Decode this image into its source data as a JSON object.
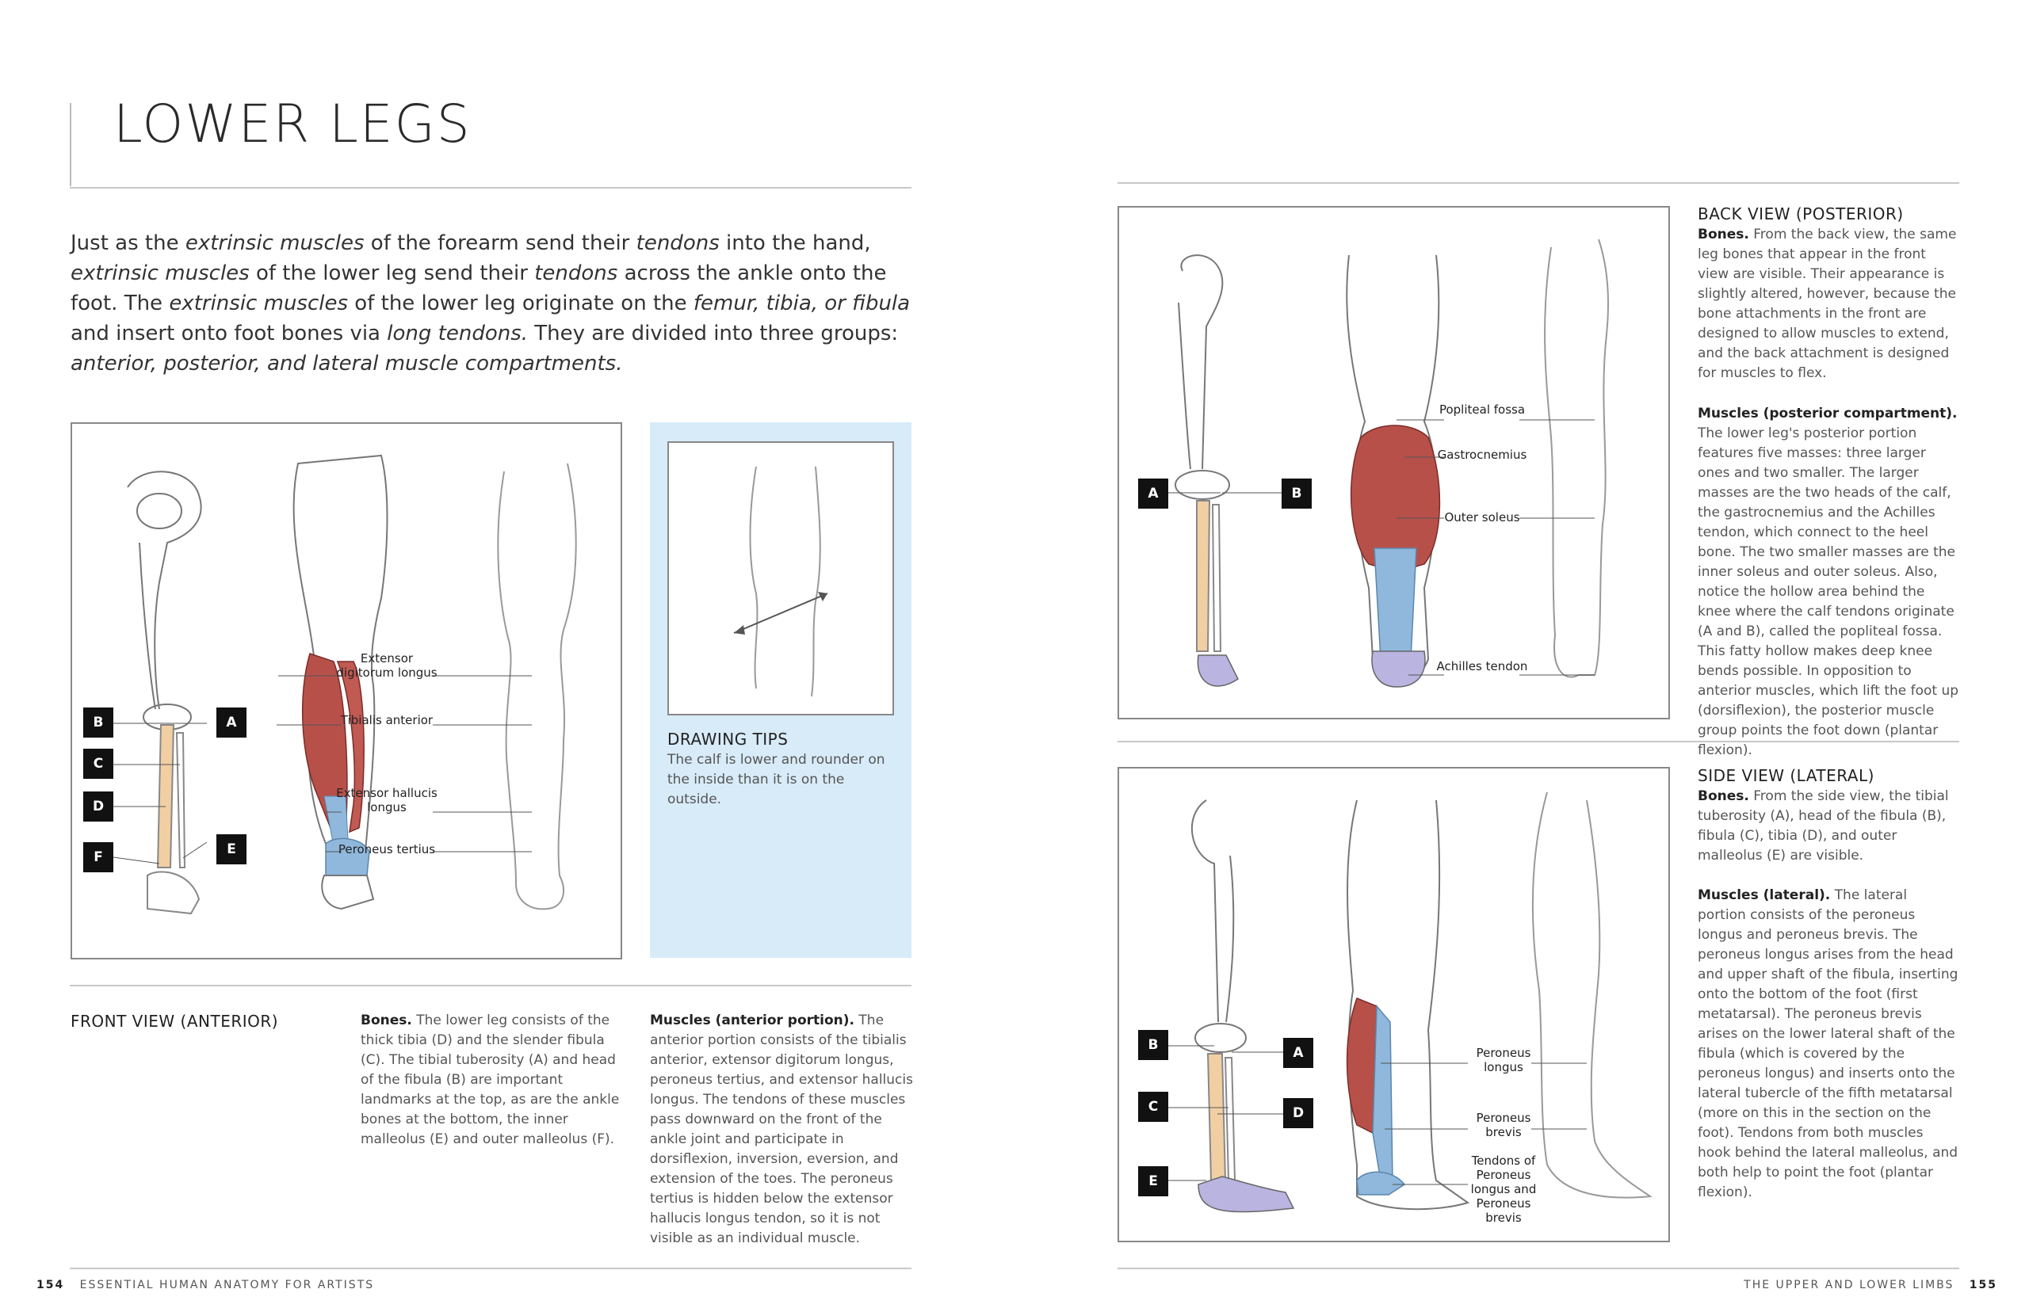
{
  "left_page": {
    "title": "LOWER LEGS",
    "intro": {
      "p1": "Just as the ",
      "i1": "extrinsic muscles",
      "p2": " of the forearm send their ",
      "i2": "tendons",
      "p3": " into the hand, ",
      "i3": "extrinsic muscles",
      "p4": " of the lower leg send their ",
      "i4": "tendons",
      "p5": " across the ankle onto the foot. The ",
      "i5": "extrinsic muscles",
      "p6": " of the lower leg originate on the ",
      "i6": "femur, tibia, or fibula",
      "p7": " and insert onto foot bones via ",
      "i7": "long tendons.",
      "p8": " They are divided into three groups: ",
      "i8": "anterior, posterior, and lateral muscle compartments."
    },
    "front_figure": {
      "letters": [
        "B",
        "A",
        "C",
        "D",
        "F",
        "E"
      ],
      "muscle_labels": [
        "Extensor digitorum longus",
        "Tibialis anterior",
        "Extensor hallucis longus",
        "Peroneus tertius"
      ]
    },
    "drawing_tips": {
      "heading": "DRAWING TIPS",
      "text": "The calf is lower and rounder on the inside than it is on the outside."
    },
    "front_view": {
      "heading": "FRONT VIEW (ANTERIOR)",
      "bones_head": "Bones.",
      "bones_text": " The lower leg consists of the thick tibia (D) and the slender fibula (C). The tibial tuberosity (A) and head of the fibula (B) are important landmarks at the top, as are the ankle bones at the bottom, the inner malleolus (E) and outer malleolus (F).",
      "muscles_head": "Muscles (anterior portion).",
      "muscles_text": " The anterior portion consists of the tibialis anterior, extensor digitorum longus, peroneus tertius, and extensor hallucis longus. The tendons of these muscles pass downward on the front of the ankle joint and participate in dorsiflexion, inversion, eversion, and extension of the toes. The peroneus tertius is hidden below the extensor hallucis longus tendon, so it is not visible as an individual muscle."
    },
    "footer": {
      "page": "154",
      "book": "ESSENTIAL HUMAN ANATOMY FOR ARTISTS"
    }
  },
  "right_page": {
    "back_figure": {
      "letters": [
        "A",
        "B"
      ],
      "muscle_labels": [
        "Popliteal fossa",
        "Gastrocnemius",
        "Outer soleus",
        "Achilles tendon"
      ]
    },
    "back_view": {
      "heading": "BACK VIEW (POSTERIOR)",
      "bones_head": "Bones.",
      "bones_text": " From the back view, the same leg bones that appear in the front view are visible. Their appearance is slightly altered, however, because the bone attachments in the front are designed to allow muscles to extend, and the back attachment is designed for muscles to flex.",
      "muscles_head": "Muscles (posterior compartment).",
      "muscles_text": " The lower leg's posterior portion features five masses: three larger ones and two smaller. The larger masses are the two heads of the calf, the gastrocnemius and the Achilles tendon, which connect to the heel bone. The two smaller masses are the inner soleus and outer soleus. Also, notice the hollow area behind the knee where the calf tendons originate (A and B), called the popliteal fossa. This fatty hollow makes deep knee bends possible. In opposition to anterior muscles, which lift the foot up (dorsiflexion), the posterior muscle group points the foot down (plantar flexion)."
    },
    "side_figure": {
      "letters": [
        "B",
        "A",
        "C",
        "D",
        "E"
      ],
      "muscle_labels": [
        "Peroneus longus",
        "Peroneus brevis",
        "Tendons of Peroneus longus and Peroneus brevis"
      ]
    },
    "side_view": {
      "heading": "SIDE VIEW (LATERAL)",
      "bones_head": "Bones.",
      "bones_text": " From the side view, the tibial tuberosity (A), head of the fibula (B), fibula (C), tibia (D), and outer malleolus (E) are visible.",
      "muscles_head": "Muscles (lateral).",
      "muscles_text": " The lateral portion consists of the peroneus longus and peroneus brevis. The peroneus longus arises from the head and upper shaft of the fibula, inserting onto the bottom of the foot (first metatarsal). The peroneus brevis arises on the lower lateral shaft of the fibula (which is covered by the peroneus longus) and inserts onto the lateral tubercle of the fifth metatarsal (more on this in the section on the foot). Tendons from both muscles hook behind the lateral malleolus, and both help to point the foot (plantar flexion)."
    },
    "footer": {
      "section": "THE UPPER AND LOWER LIMBS",
      "page": "155"
    }
  },
  "colors": {
    "muscle_red": "#b8504a",
    "tendon_blue": "#8fb8dc",
    "bone_tan": "#f1cfa3",
    "tip_bg": "#d8ebf8"
  }
}
